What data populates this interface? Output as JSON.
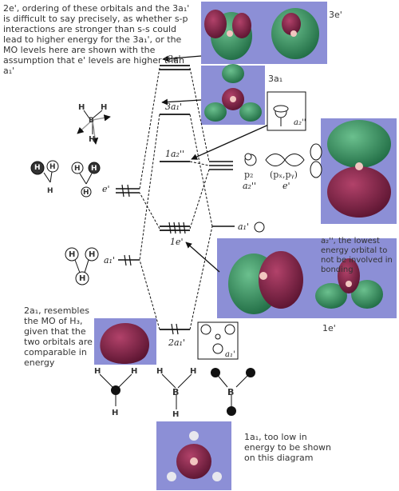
{
  "annotations": {
    "ordering_note": "2e', ordering of these orbitals and the 3a₁' is difficult to say precisely, as whether s-p interactions are stronger than s-s could lead to higher energy for the 3a₁', or the MO levels here are shown with the assumption that e' levels are higher than a₁'",
    "a2_note": "a₂'', the lowest energy orbital to not be involved in bonding",
    "a1_2_note": "2a₁, resembles the MO of H₃, given that the two orbitals are comparable in energy",
    "a1_1_note": "1a₁, too low in energy to be shown on this diagram"
  },
  "orbital_labels": {
    "e3": "3e'",
    "a1_3": "3a₁",
    "e1": "1e'"
  },
  "mo_levels": {
    "e2": "2e'",
    "a3": "3a₁'",
    "a2pp": "1a₂''",
    "e1": "1e'",
    "a2": "2a₁'"
  },
  "fragment_levels": {
    "left_e": "e'",
    "left_a1": "a₁'",
    "right_a1": "a₁'"
  },
  "p_orbitals": {
    "pz": "p₂",
    "pz_sym": "a₂''",
    "pxy": "(pₓ,pᵧ)",
    "pxy_sym": "e'"
  },
  "inset_labels": {
    "a2pp": "a₂''",
    "a1p": "a₁'"
  },
  "molecule": {
    "B": "B",
    "H": "H"
  },
  "colors": {
    "panel": "#8c8fd6",
    "lobe_green": "#2f8a5a",
    "lobe_red": "#7a1e3c"
  }
}
